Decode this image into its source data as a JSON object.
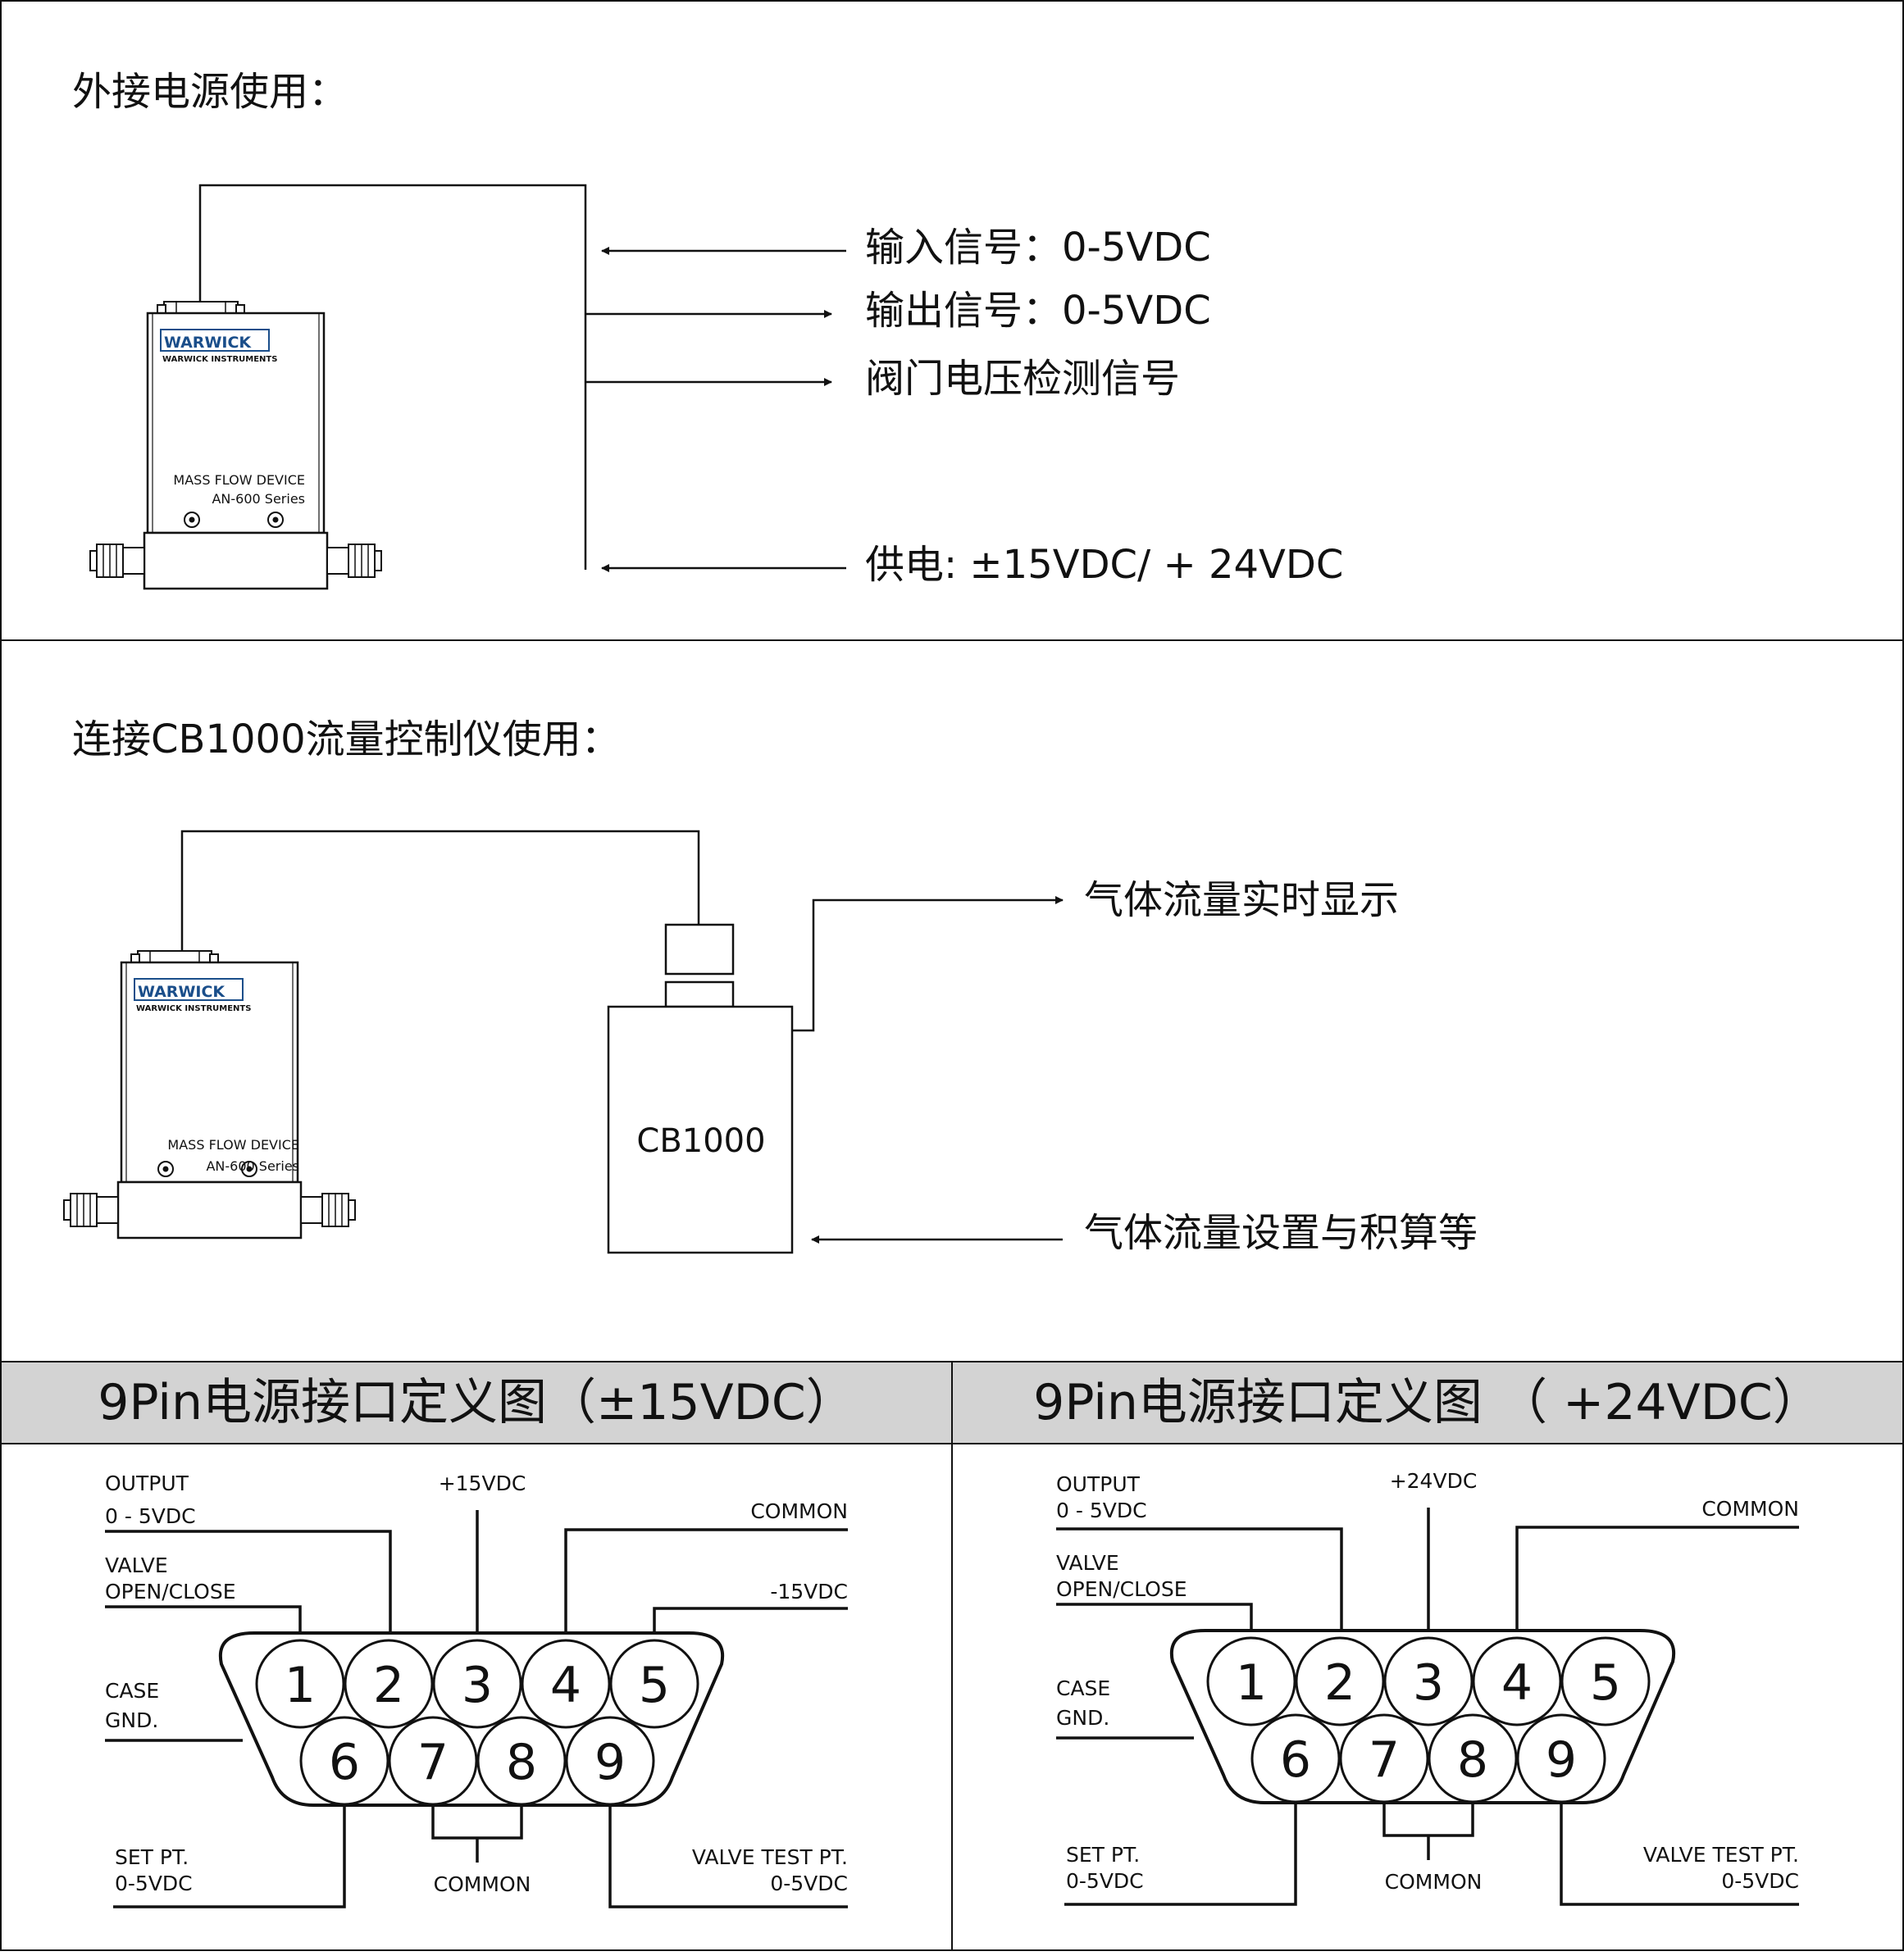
{
  "section1": {
    "title": "外接电源使用：",
    "labels": {
      "input_signal": "输入信号：0-5VDC",
      "output_signal": "输出信号：0-5VDC",
      "valve_voltage": "阀门电压检测信号",
      "power": "供电: ±15VDC/ + 24VDC"
    }
  },
  "section2": {
    "title": "连接CB1000流量控制仪使用：",
    "controller_label": "CB1000",
    "labels": {
      "display": "气体流量实时显示",
      "settings": "气体流量设置与积算等"
    }
  },
  "device": {
    "brand": "WARWICK",
    "brand_sub": "WARWICK INSTRUMENTS",
    "model_line1": "MASS FLOW DEVICE",
    "model_line2": "AN-600 Series"
  },
  "pin_left": {
    "header": "9Pin电源接口定义图（±15VDC）",
    "labels": {
      "output_1": "OUTPUT",
      "output_2": "0 - 5VDC",
      "valve_1": "VALVE",
      "valve_2": "OPEN/CLOSE",
      "case_1": "CASE",
      "case_2": "GND.",
      "supply": "+15VDC",
      "common_top": "COMMON",
      "neg": "-15VDC",
      "set_1": "SET PT.",
      "set_2": "0-5VDC",
      "common_bottom": "COMMON",
      "vt_1": "VALVE TEST PT.",
      "vt_2": "0-5VDC"
    }
  },
  "pin_right": {
    "header": "9Pin电源接口定义图 （ +24VDC）",
    "labels": {
      "output_1": "OUTPUT",
      "output_2": "0 - 5VDC",
      "valve_1": "VALVE",
      "valve_2": "OPEN/CLOSE",
      "case_1": "CASE",
      "case_2": "GND.",
      "supply": "+24VDC",
      "common_top": "COMMON",
      "set_1": "SET PT.",
      "set_2": "0-5VDC",
      "common_bottom": "COMMON",
      "vt_1": "VALVE TEST PT.",
      "vt_2": "0-5VDC"
    }
  },
  "pins": [
    "1",
    "2",
    "3",
    "4",
    "5",
    "6",
    "7",
    "8",
    "9"
  ],
  "colors": {
    "line": "#111111",
    "header_bg": "#d3d3d3",
    "device_body": "#ffffff",
    "logo_blue": "#1a4e8a"
  }
}
